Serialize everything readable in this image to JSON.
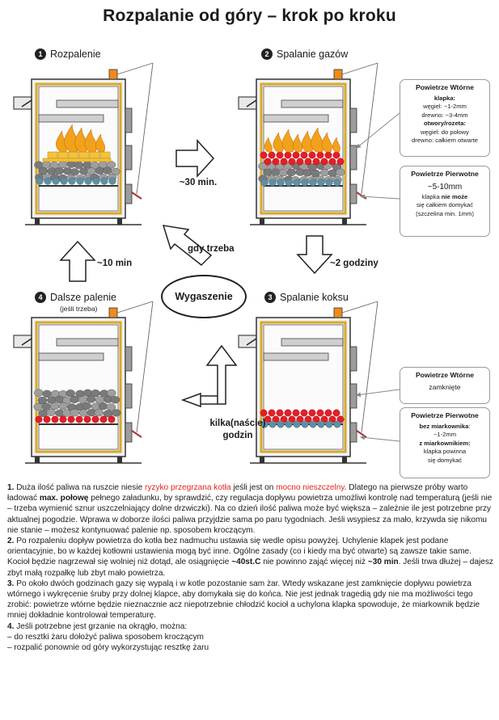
{
  "title": "Rozpalanie od góry – krok po kroku",
  "steps": [
    {
      "number": "1",
      "label": "Rozpalenie"
    },
    {
      "number": "2",
      "label": "Spalanie gazów"
    },
    {
      "number": "3",
      "label": "Spalanie koksu"
    },
    {
      "number": "4",
      "label": "Dalsze palenie",
      "sublabel": "(jeśli trzeba)"
    }
  ],
  "center_label": "Wygaszenie",
  "arrows": {
    "a_1_2": "~30 min.",
    "a_2_3": "~2 godziny",
    "a_3_4_line1": "kilka(naście)",
    "a_3_4_line2": "godzin",
    "a_4_1": "~10 min",
    "a_2_w": "gdy trzeba"
  },
  "boxes": {
    "b2_secondary": {
      "title": "Powietrze Wtórne",
      "klapka_label": "klapka:",
      "klapka_1": "węgiel: ~1-2mm",
      "klapka_2": "drewno: ~3-4mm",
      "otwory_label": "otwory/rozeta:",
      "otwory_1": "węgiel: do połowy",
      "otwory_2": "drewno: całkiem otwarte"
    },
    "b2_primary": {
      "title": "Powietrze Pierwotne",
      "value": "~5-10mm",
      "line1_a": "klapka ",
      "line1_b": "nie może",
      "line2": "się całkiem domykać",
      "line3": "(szczelina min. 1mm)"
    },
    "b3_secondary": {
      "title": "Powietrze Wtórne",
      "value": "zamknięte"
    },
    "b3_primary": {
      "title": "Powietrze Pierwotne",
      "bez_a": "bez miarkownika",
      "bez_b": ":",
      "bez_value": "~1-2mm",
      "z_label": "z miarkownikiem:",
      "z_value1": "klapka powinna",
      "z_value2": "się domykać"
    }
  },
  "text": {
    "p1": {
      "num": "1.",
      "a": " Duża ilość paliwa na ruszcie niesie ",
      "red1": "ryzyko przegrzana kotła",
      "b": " jeśli jest on ",
      "red2": "mocno nieszczelny",
      "c": ". Dlatego na pierwsze próby warto ładować ",
      "bold": "max. połowę",
      "d": " pełnego załadunku, by sprawdzić, czy regulacja dopływu powietrza umożliwi kontrolę nad temperaturą (jeśli nie – trzeba wymienić sznur uszczelniający dolne drzwiczki). Na co dzień ilość paliwa może być większa – zależnie ile jest potrzebne przy aktualnej pogodzie. Wprawa w doborze ilości paliwa przyjdzie sama po paru tygodniach. Jeśli wsypiesz za mało, krzywda się nikomu nie stanie – możesz kontynuować palenie np. sposobem kroczącym."
    },
    "p2": {
      "num": "2.",
      "a": " Po rozpaleniu dopływ powietrza do kotła bez nadmuchu ustawia się wedle opisu powyżej. Uchylenie klapek jest podane orientacyjnie, bo w każdej kotłowni ustawienia mogą być inne. Ogólne zasady (co i kiedy ma być otwarte) są zawsze takie same. Kocioł będzie nagrzewał się wolniej niż dotąd, ale osiągnięcie ",
      "bold1": "~40st.C",
      "b": " nie powinno zająć więcej niż ",
      "bold2": "~30 min",
      "c": ". Jeśli trwa dłużej – dajesz zbyt małą rozpałkę lub zbyt mało powietrza."
    },
    "p3": {
      "num": "3.",
      "a": " Po około dwóch godzinach gazy się wypalą i w kotle pozostanie sam żar. Wtedy wskazane jest zamknięcie dopływu powietrza wtórnego i wykręcenie śruby przy dolnej klapce, aby domykała się do końca. Nie jest jednak tragedią gdy nie ma możliwości tego zrobić: powietrze wtórne będzie nieznacznie acz niepotrzebnie chłodzić kocioł a uchylona klapka spowoduje, że miarkownik będzie mniej dokładnie kontrolował temperaturę."
    },
    "p4": {
      "num": "4.",
      "a": " Jeśli potrzebne jest grzanie na okrągło, można:",
      "l1": "– do resztki żaru dołożyć paliwa sposobem kroczącym",
      "l2": "– rozpalić ponownie od góry wykorzystując resztkę żaru"
    }
  },
  "colors": {
    "boiler_outline": "#d9a92a",
    "boiler_fill": "#f1f1f1",
    "flame": "#f2a21a",
    "ember": "#e51e25",
    "coal": "#9e9e9e",
    "coal_dark": "#7a7a7a",
    "ash_blue": "#5f8fa3",
    "kindling": "#f4c23a",
    "thermostat": "#f08a1f",
    "text_red": "#e0241b"
  }
}
